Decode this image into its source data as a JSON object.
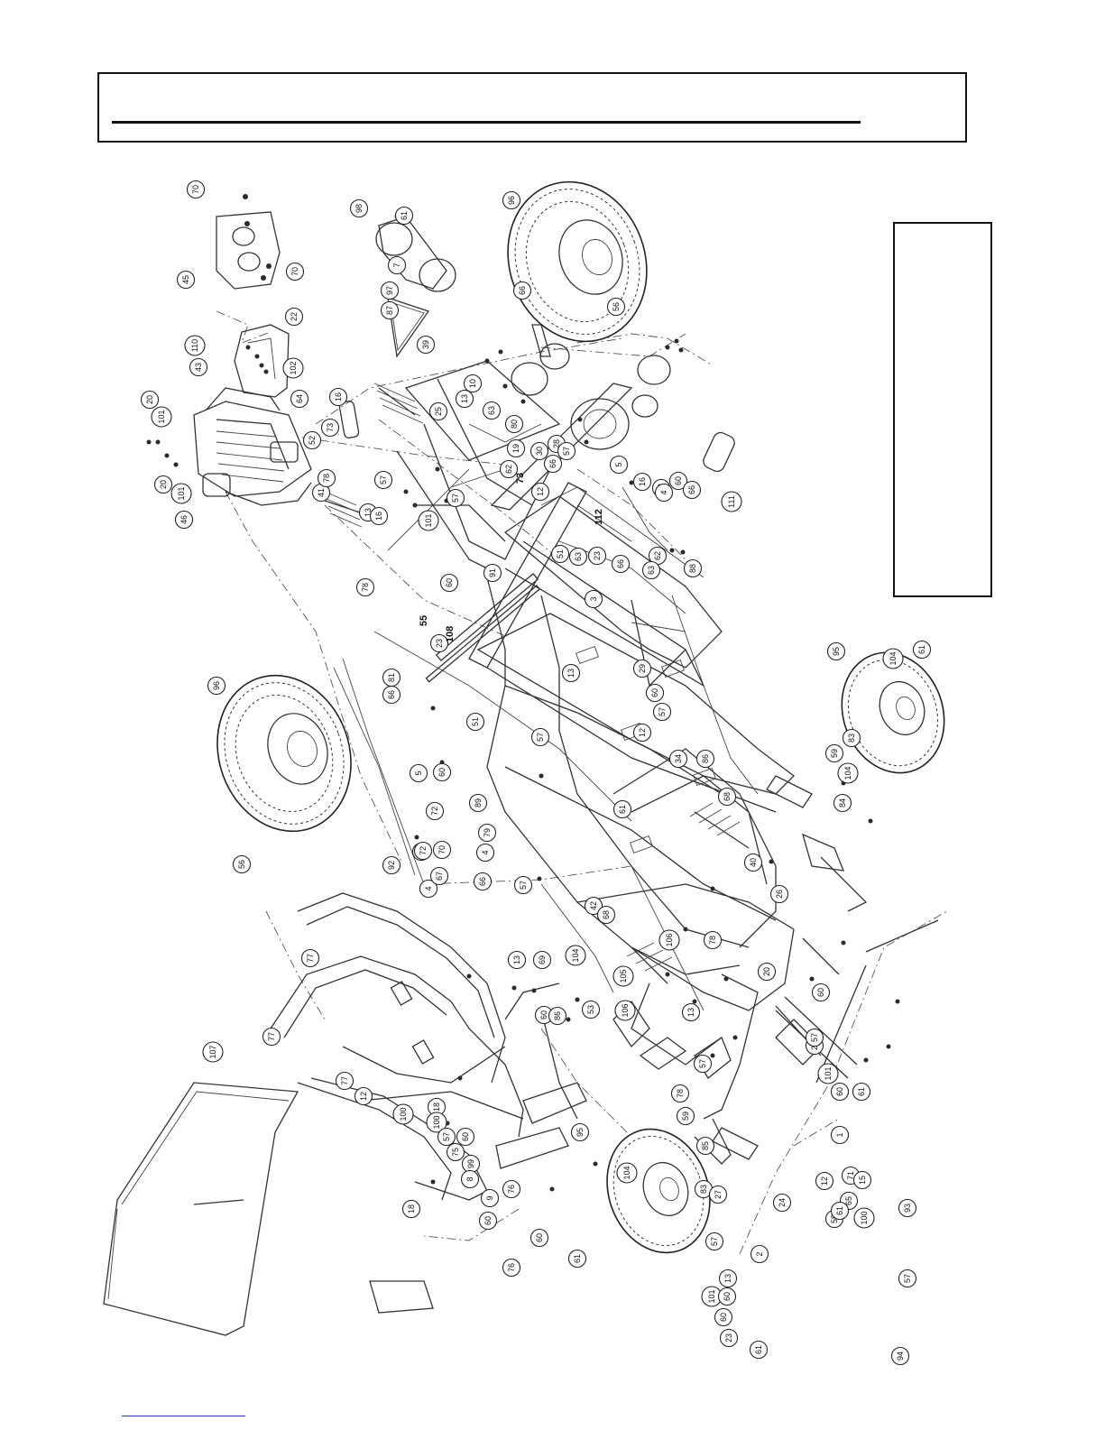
{
  "callouts": {
    "rear_left_wheel": [
      {
        "id": "c96a",
        "label": "96"
      },
      {
        "id": "c56a",
        "label": "56"
      }
    ],
    "rear_right_wheel": [
      {
        "id": "c96b",
        "label": "96"
      },
      {
        "id": "c56b",
        "label": "56"
      },
      {
        "id": "c66a",
        "label": "66"
      }
    ],
    "front_left_wheel": [
      {
        "id": "c95a",
        "label": "95"
      },
      {
        "id": "c104a",
        "label": "104"
      },
      {
        "id": "c61a",
        "label": "61"
      },
      {
        "id": "c83a",
        "label": "83"
      },
      {
        "id": "c85a",
        "label": "85"
      },
      {
        "id": "c59a",
        "label": "59"
      }
    ],
    "front_right_wheel": [
      {
        "id": "c95b",
        "label": "95"
      },
      {
        "id": "c104b",
        "label": "104"
      },
      {
        "id": "c61b",
        "label": "61"
      },
      {
        "id": "c83b",
        "label": "83"
      },
      {
        "id": "c84a",
        "label": "84"
      },
      {
        "id": "c104c",
        "label": "104"
      },
      {
        "id": "c59b",
        "label": "59"
      }
    ],
    "engine": [
      {
        "id": "c20a",
        "label": "20"
      },
      {
        "id": "c101a",
        "label": "101"
      },
      {
        "id": "c20b",
        "label": "20"
      },
      {
        "id": "c101b",
        "label": "101"
      },
      {
        "id": "c46",
        "label": "46"
      },
      {
        "id": "c41",
        "label": "41"
      },
      {
        "id": "c16a",
        "label": "16"
      }
    ],
    "muffler": [
      {
        "id": "c110",
        "label": "110"
      },
      {
        "id": "c43",
        "label": "43"
      },
      {
        "id": "c22",
        "label": "22"
      },
      {
        "id": "c102",
        "label": "102"
      },
      {
        "id": "c64",
        "label": "64"
      },
      {
        "id": "c45",
        "label": "45"
      },
      {
        "id": "c70a",
        "label": "70"
      },
      {
        "id": "c70b",
        "label": "70"
      }
    ],
    "clutch": [
      {
        "id": "c98",
        "label": "98"
      },
      {
        "id": "c7",
        "label": "7"
      },
      {
        "id": "c61c",
        "label": "61"
      },
      {
        "id": "c97",
        "label": "97"
      },
      {
        "id": "c87",
        "label": "87"
      },
      {
        "id": "c39",
        "label": "39"
      }
    ],
    "rear_axle": [
      {
        "id": "c73a",
        "label": "73"
      },
      {
        "id": "c78a",
        "label": "78"
      },
      {
        "id": "c57a",
        "label": "57"
      },
      {
        "id": "c25",
        "label": "25"
      },
      {
        "id": "c13a",
        "label": "13"
      },
      {
        "id": "c10",
        "label": "10"
      },
      {
        "id": "c63a",
        "label": "63"
      },
      {
        "id": "c80",
        "label": "80"
      },
      {
        "id": "c19",
        "label": "19"
      },
      {
        "id": "c30",
        "label": "30"
      },
      {
        "id": "c28",
        "label": "28"
      },
      {
        "id": "c57b",
        "label": "57"
      },
      {
        "id": "c62a",
        "label": "62"
      },
      {
        "id": "c12a",
        "label": "12"
      },
      {
        "id": "c66b",
        "label": "66"
      },
      {
        "id": "c5a",
        "label": "5"
      },
      {
        "id": "c16b",
        "label": "16"
      },
      {
        "id": "c72a",
        "label": "72"
      },
      {
        "id": "c4a",
        "label": "4"
      },
      {
        "id": "c60a",
        "label": "60"
      },
      {
        "id": "c66c",
        "label": "66"
      },
      {
        "id": "c111",
        "label": "111"
      },
      {
        "id": "c62b",
        "label": "62"
      },
      {
        "id": "c63b",
        "label": "63"
      },
      {
        "id": "c88",
        "label": "88"
      },
      {
        "id": "c66d",
        "label": "66"
      },
      {
        "id": "c23a",
        "label": "23"
      },
      {
        "id": "c63c",
        "label": "63"
      },
      {
        "id": "c51a",
        "label": "51"
      },
      {
        "id": "c3",
        "label": "3"
      },
      {
        "id": "c91",
        "label": "91"
      },
      {
        "id": "c60b",
        "label": "60"
      },
      {
        "id": "c57c",
        "label": "57"
      },
      {
        "id": "c101c",
        "label": "101"
      },
      {
        "id": "c52",
        "label": "52"
      }
    ],
    "rear_suspension": [
      {
        "id": "c78b",
        "label": "78"
      },
      {
        "id": "c13b",
        "label": "13"
      },
      {
        "id": "c16c",
        "label": "16"
      },
      {
        "id": "c23b",
        "label": "23"
      },
      {
        "id": "c81",
        "label": "81"
      },
      {
        "id": "c66e",
        "label": "66"
      }
    ],
    "brake": [
      {
        "id": "c29",
        "label": "29"
      },
      {
        "id": "c60c",
        "label": "60"
      },
      {
        "id": "c57d",
        "label": "57"
      },
      {
        "id": "c12b",
        "label": "12"
      },
      {
        "id": "c34",
        "label": "34"
      },
      {
        "id": "c86a",
        "label": "86"
      },
      {
        "id": "c68a",
        "label": "68"
      },
      {
        "id": "c13c",
        "label": "13"
      }
    ],
    "frame_mid": [
      {
        "id": "c51b",
        "label": "51"
      },
      {
        "id": "c57e",
        "label": "57"
      },
      {
        "id": "c89",
        "label": "89"
      },
      {
        "id": "c79",
        "label": "79"
      },
      {
        "id": "c61d",
        "label": "61"
      },
      {
        "id": "c40",
        "label": "40"
      },
      {
        "id": "c57f",
        "label": "57"
      },
      {
        "id": "c13d",
        "label": "13"
      },
      {
        "id": "c69",
        "label": "69"
      },
      {
        "id": "c104d",
        "label": "104"
      },
      {
        "id": "c60d",
        "label": "60"
      },
      {
        "id": "c86b",
        "label": "86"
      },
      {
        "id": "c53",
        "label": "53"
      },
      {
        "id": "c105",
        "label": "105"
      },
      {
        "id": "c106a",
        "label": "106"
      },
      {
        "id": "c106b",
        "label": "106"
      },
      {
        "id": "c42",
        "label": "42"
      },
      {
        "id": "c68b",
        "label": "68"
      }
    ],
    "left_bearing": [
      {
        "id": "c5b",
        "label": "5"
      },
      {
        "id": "c60e",
        "label": "60"
      },
      {
        "id": "c72b",
        "label": "72"
      },
      {
        "id": "c66f",
        "label": "66"
      },
      {
        "id": "c72c",
        "label": "72"
      },
      {
        "id": "c4b",
        "label": "4"
      },
      {
        "id": "c4c",
        "label": "4"
      },
      {
        "id": "c66g",
        "label": "66"
      },
      {
        "id": "c92",
        "label": "92"
      },
      {
        "id": "c67",
        "label": "67"
      },
      {
        "id": "c70c",
        "label": "70"
      }
    ],
    "front_frame": [
      {
        "id": "c26",
        "label": "26"
      },
      {
        "id": "c78c",
        "label": "78"
      },
      {
        "id": "c20c",
        "label": "20"
      },
      {
        "id": "c57g",
        "label": "57"
      },
      {
        "id": "c13e",
        "label": "13"
      },
      {
        "id": "c78d",
        "label": "78"
      },
      {
        "id": "c27",
        "label": "27"
      },
      {
        "id": "c57h",
        "label": "57"
      },
      {
        "id": "c101d",
        "label": "101"
      },
      {
        "id": "c60f",
        "label": "60"
      },
      {
        "id": "c13f",
        "label": "13"
      },
      {
        "id": "c60g",
        "label": "60"
      },
      {
        "id": "c23c",
        "label": "23"
      },
      {
        "id": "c61e",
        "label": "61"
      },
      {
        "id": "c2",
        "label": "2"
      },
      {
        "id": "c24",
        "label": "24"
      }
    ],
    "steering": [
      {
        "id": "c60h",
        "label": "60"
      },
      {
        "id": "c23d",
        "label": "23"
      },
      {
        "id": "c101e",
        "label": "101"
      },
      {
        "id": "c60i",
        "label": "60"
      },
      {
        "id": "c57i",
        "label": "57"
      },
      {
        "id": "c61f",
        "label": "61"
      },
      {
        "id": "c12c",
        "label": "12"
      },
      {
        "id": "c1",
        "label": "1"
      },
      {
        "id": "c71",
        "label": "71"
      },
      {
        "id": "c15",
        "label": "15"
      },
      {
        "id": "c65",
        "label": "65"
      },
      {
        "id": "c55a",
        "label": "55"
      },
      {
        "id": "c61g",
        "label": "61"
      },
      {
        "id": "c100a",
        "label": "100"
      },
      {
        "id": "c93",
        "label": "93"
      },
      {
        "id": "c57j",
        "label": "57"
      },
      {
        "id": "c94",
        "label": "94"
      }
    ],
    "seat_frame": [
      {
        "id": "c107",
        "label": "107"
      },
      {
        "id": "c77a",
        "label": "77"
      },
      {
        "id": "c77b",
        "label": "77"
      },
      {
        "id": "c77c",
        "label": "77"
      },
      {
        "id": "c12d",
        "label": "12"
      },
      {
        "id": "c100b",
        "label": "100"
      },
      {
        "id": "c18a",
        "label": "18"
      },
      {
        "id": "c100c",
        "label": "100"
      },
      {
        "id": "c57k",
        "label": "57"
      },
      {
        "id": "c60j",
        "label": "60"
      },
      {
        "id": "c75",
        "label": "75"
      },
      {
        "id": "c76a",
        "label": "76"
      },
      {
        "id": "c99",
        "label": "99"
      },
      {
        "id": "c8",
        "label": "8"
      },
      {
        "id": "c9",
        "label": "9"
      },
      {
        "id": "c60k",
        "label": "60"
      },
      {
        "id": "c18b",
        "label": "18"
      },
      {
        "id": "c60l",
        "label": "60"
      },
      {
        "id": "c76b",
        "label": "76"
      }
    ],
    "bold_labels": [
      {
        "id": "b55",
        "label": "55"
      },
      {
        "id": "b108",
        "label": "108"
      },
      {
        "id": "b73",
        "label": "73"
      },
      {
        "id": "b112",
        "label": "112"
      }
    ]
  }
}
